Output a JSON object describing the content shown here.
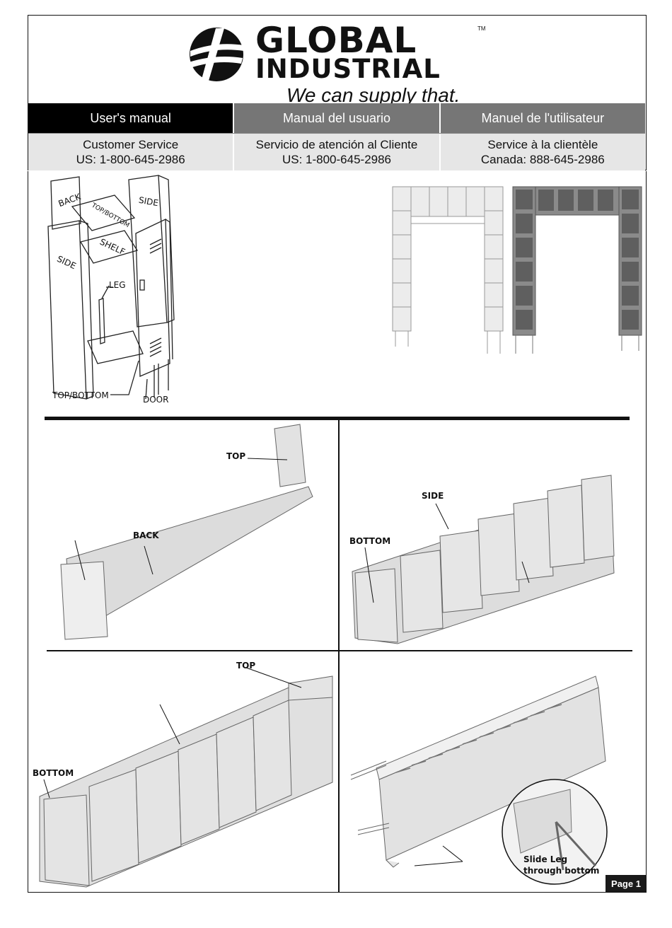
{
  "brand": {
    "name_line1": "GLOBAL",
    "name_line2": "INDUSTRIAL",
    "trademark": "TM",
    "tagline": "We can supply that."
  },
  "languages": [
    {
      "label": "User's manual",
      "active": true
    },
    {
      "label": "Manual del usuario",
      "active": false
    },
    {
      "label": "Manuel de l'utilisateur",
      "active": false
    }
  ],
  "service": [
    {
      "title": "Customer Service",
      "phone": "US: 1-800-645-2986"
    },
    {
      "title": "Servicio de atención al Cliente",
      "phone": "US: 1-800-645-2986"
    },
    {
      "title": "Service à la clientèle",
      "phone": "Canada: 888-645-2986"
    }
  ],
  "diagram1": {
    "labels": {
      "back": "BACK",
      "side_right": "SIDE",
      "top_bottom_upper": "TOP/BOTTOM",
      "shelf": "SHELF",
      "side_left": "SIDE",
      "leg": "LEG",
      "top_bottom_lower": "TOP/BOTTOM",
      "door": "DOOR"
    }
  },
  "step1": {
    "top_label": "TOP",
    "back_label": "BACK"
  },
  "step2": {
    "side_label": "SIDE",
    "bottom_label": "BOTTOM"
  },
  "step3": {
    "top_label": "TOP",
    "bottom_label": "BOTTOM"
  },
  "step4": {
    "callout_line1": "Slide Leg",
    "callout_line2": "through bottom"
  },
  "page_label": "Page 1",
  "colors": {
    "dark": "#000000",
    "gray_bar": "#767676",
    "light_bar": "#e6e6e6"
  }
}
